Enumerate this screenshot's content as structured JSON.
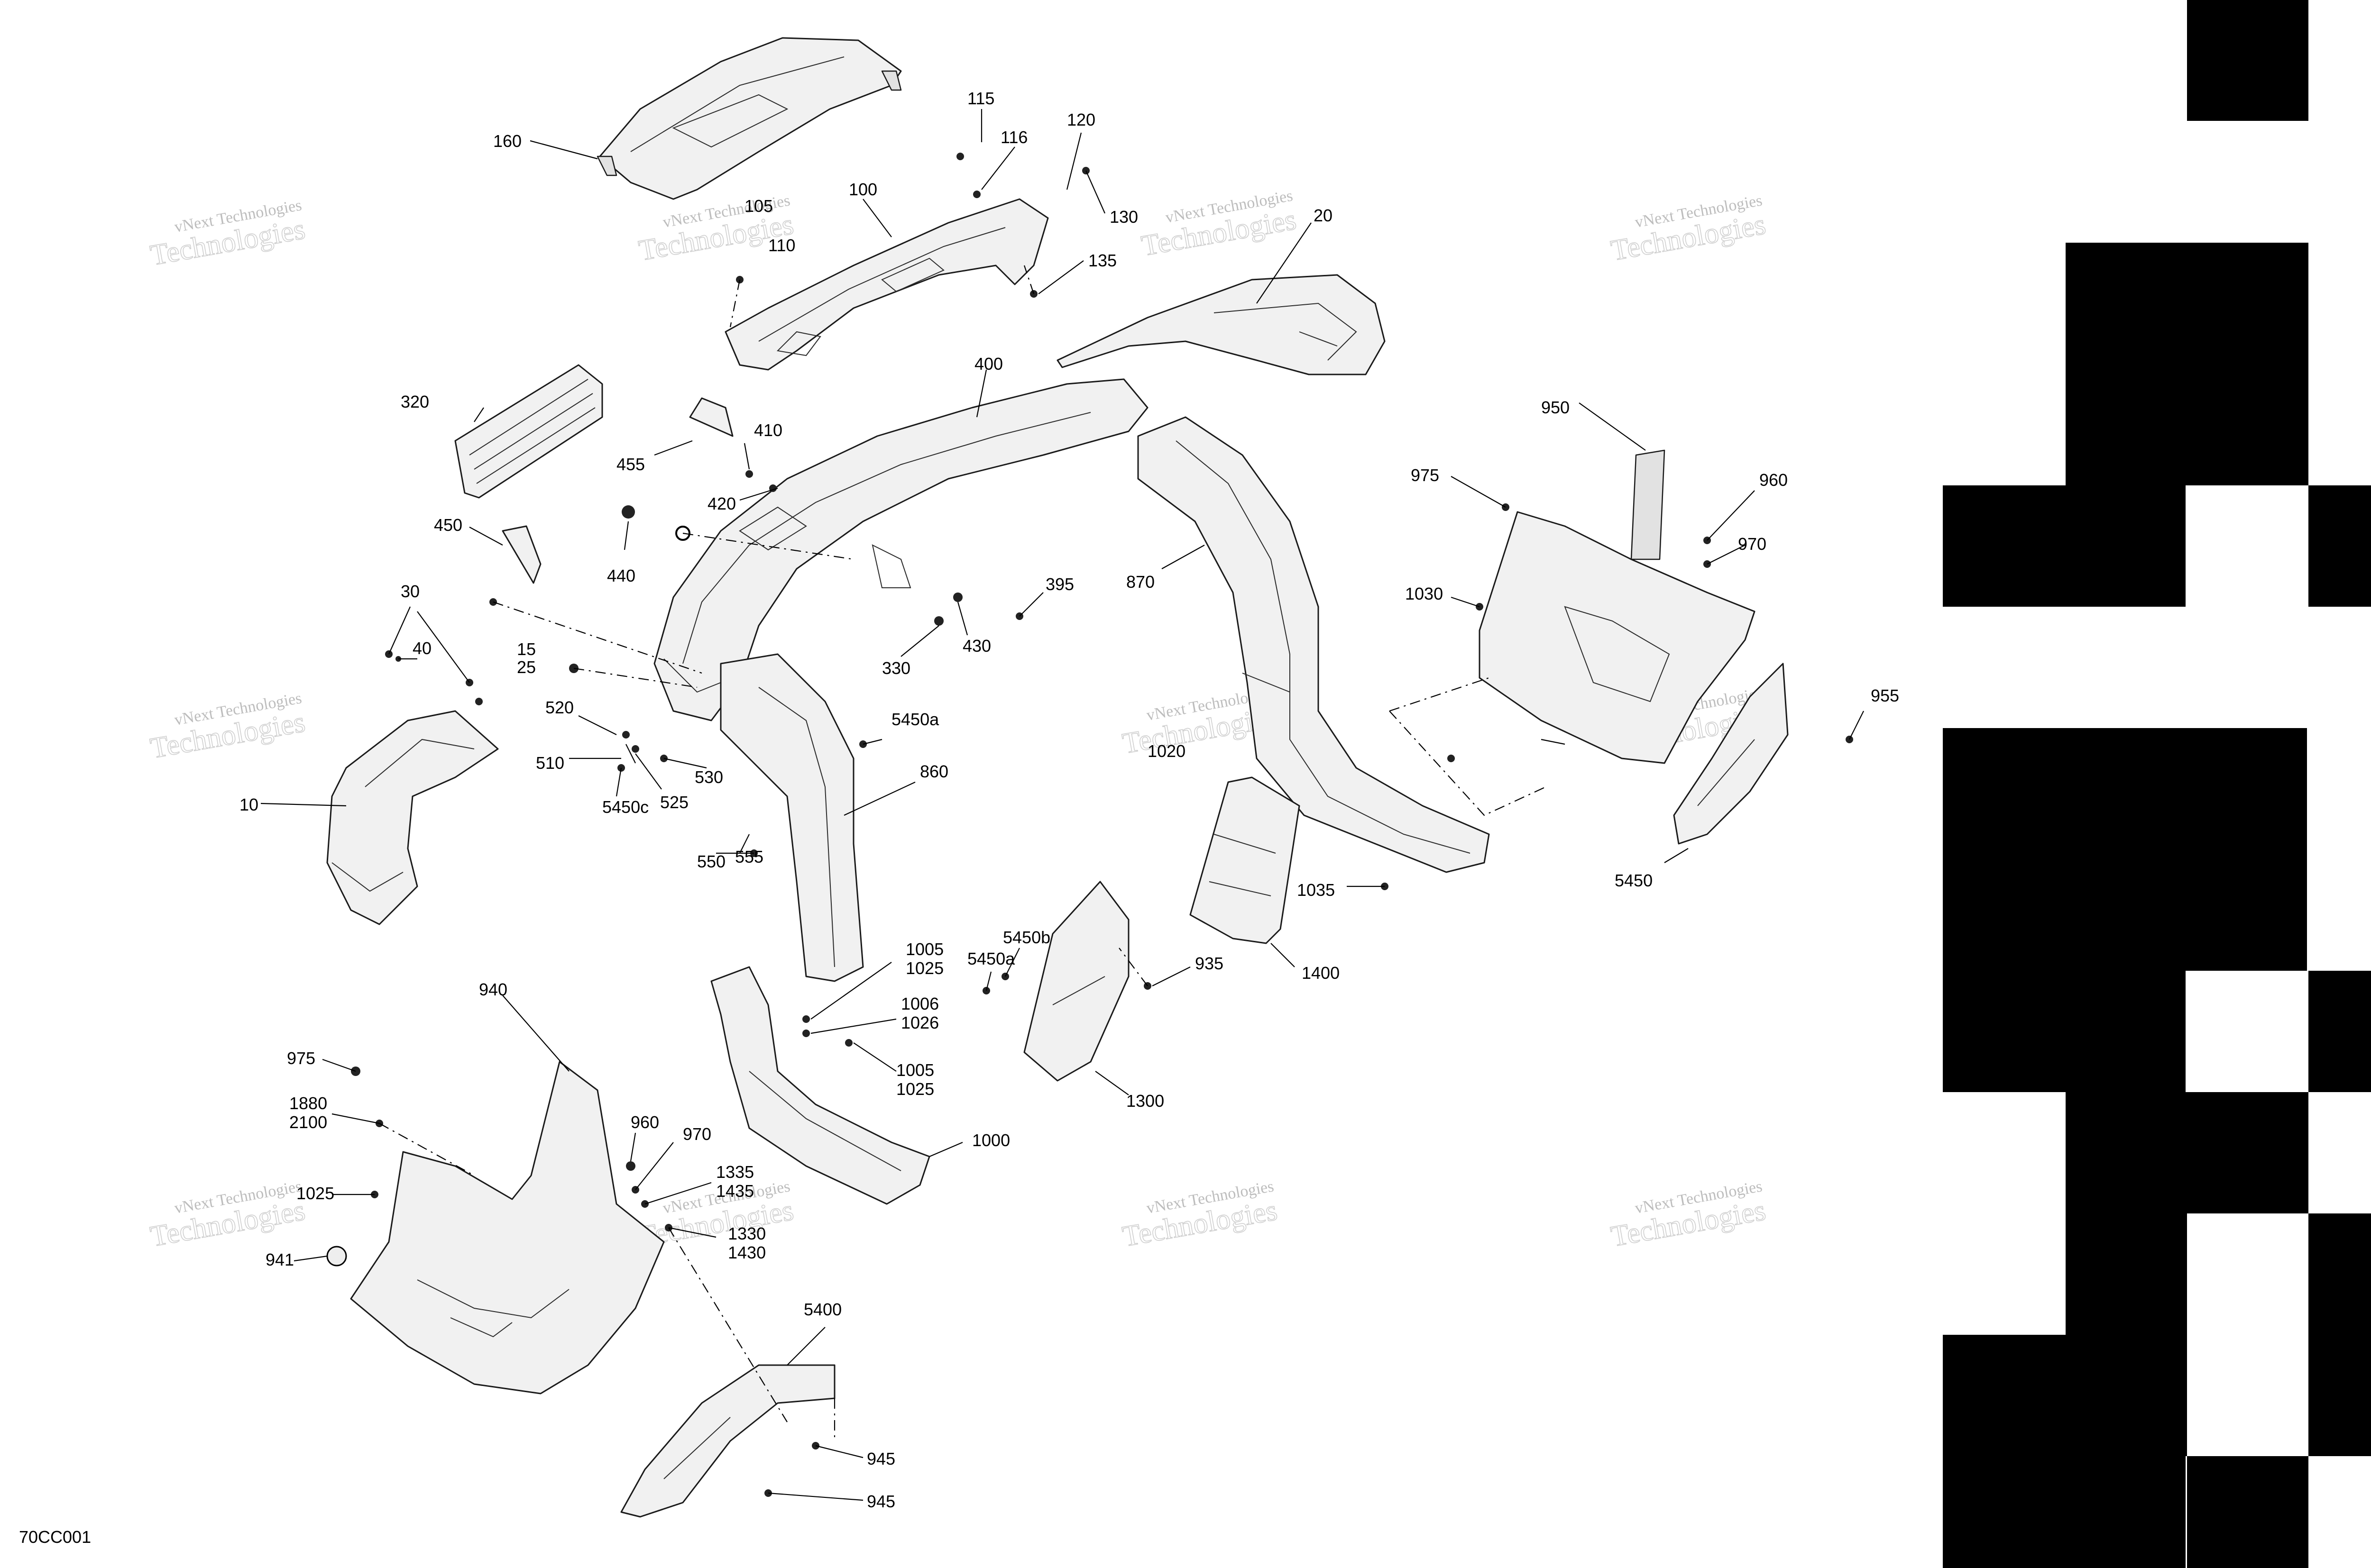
{
  "diagram": {
    "code": "70CC001",
    "watermark_line1": "vNext Technologies",
    "watermark_line2": "Technologies",
    "callouts": {
      "c160": "160",
      "c115": "115",
      "c116": "116",
      "c120": "120",
      "c100": "100",
      "c105": "105",
      "c110": "110",
      "c130": "130",
      "c135": "135",
      "c20": "20",
      "c400": "400",
      "c320": "320",
      "c410": "410",
      "c455": "455",
      "c420": "420",
      "c450": "450",
      "c440": "440",
      "c395": "395",
      "c870": "870",
      "c430": "430",
      "c330": "330",
      "c30": "30",
      "c40": "40",
      "c15": "15",
      "c25": "25",
      "c520": "520",
      "c510": "510",
      "c530": "530",
      "c525": "525",
      "c5450c": "5450c",
      "c5450a_top": "5450a",
      "c860": "860",
      "c550": "550",
      "c555": "555",
      "c10": "10",
      "c1020": "1020",
      "c950": "950",
      "c975_right": "975",
      "c960_right": "960",
      "c970_right": "970",
      "c1030": "1030",
      "c955": "955",
      "c5450": "5450",
      "c1035": "1035",
      "c1400": "1400",
      "c5450b": "5450b",
      "c5450a_mid": "5450a",
      "c935": "935",
      "c1300": "1300",
      "c1005_top": "1005",
      "c1025_top": "1025",
      "c1006": "1006",
      "c1026": "1026",
      "c1005_bot": "1005",
      "c1025_bot": "1025",
      "c1000": "1000",
      "c940": "940",
      "c975_left": "975",
      "c1880": "1880",
      "c2100": "2100",
      "c1025_left": "1025",
      "c941": "941",
      "c960_left": "960",
      "c970_left": "970",
      "c1335": "1335",
      "c1435": "1435",
      "c1330": "1330",
      "c1430": "1430",
      "c5400": "5400",
      "c945_top": "945",
      "c945_bot": "945"
    }
  }
}
